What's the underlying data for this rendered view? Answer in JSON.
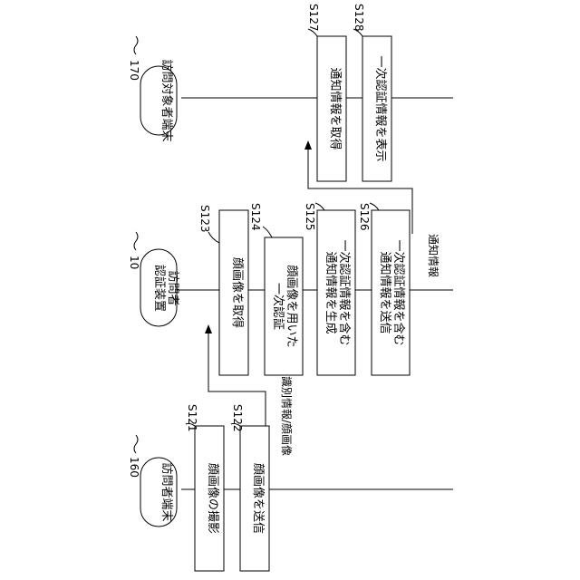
{
  "lanes": [
    {
      "ref": "170",
      "title": "訪問対象者端末",
      "title2": ""
    },
    {
      "ref": "10",
      "title": "訪問者",
      "title2": "認証装置"
    },
    {
      "ref": "160",
      "title": "訪問者端末",
      "title2": ""
    }
  ],
  "steps": [
    {
      "id": "S121",
      "line1": "顔画像の撮影",
      "line2": ""
    },
    {
      "id": "S122",
      "line1": "顔画像を送信",
      "line2": ""
    },
    {
      "id": "S123",
      "line1": "顔画像を取得",
      "line2": ""
    },
    {
      "id": "S124",
      "line1": "顔画像を用いた",
      "line2": "一次認証"
    },
    {
      "id": "S125",
      "line1": "一次認証情報を含む",
      "line2": "通知情報を生成"
    },
    {
      "id": "S126",
      "line1": "一次認証情報を含む",
      "line2": "通知情報を送信"
    },
    {
      "id": "S127",
      "line1": "通知情報を取得",
      "line2": ""
    },
    {
      "id": "S128",
      "line1": "一次認証情報を表示",
      "line2": ""
    }
  ],
  "messages": [
    {
      "label": "識別情報/顔画像"
    },
    {
      "label": "通知情報"
    }
  ]
}
